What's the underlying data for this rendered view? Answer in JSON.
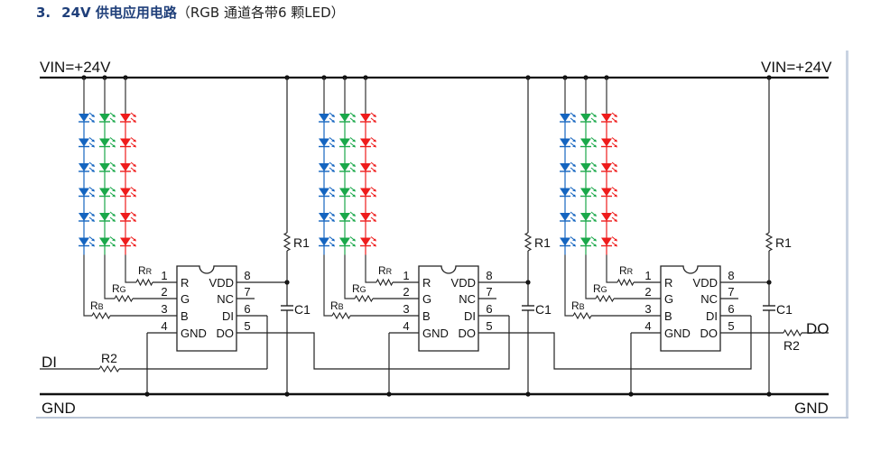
{
  "heading": {
    "number": "3.",
    "title_bold": "24V 供电应用电路",
    "title_note": "（RGB 通道各带6 颗LED）"
  },
  "schematic": {
    "rails": {
      "vin_left_label": "VIN=+24V",
      "vin_right_label": "VIN=+24V",
      "gnd_left_label": "GND",
      "gnd_right_label": "GND"
    },
    "input_label": "DI",
    "output_label": "DO",
    "leds_per_channel": 6,
    "led_colors": {
      "blue": "#1565c0",
      "green": "#1aa84a",
      "red": "#ee1c1c"
    },
    "stages": [
      {
        "r1_label": "R1",
        "c1_label": "C1",
        "rr_label": "RR",
        "rg_label": "RG",
        "rb_label": "RB",
        "r2_label": "R2",
        "chip": {
          "left_pins": [
            {
              "num": "1",
              "name": "R"
            },
            {
              "num": "2",
              "name": "G"
            },
            {
              "num": "3",
              "name": "B"
            },
            {
              "num": "4",
              "name": "GND"
            }
          ],
          "right_pins": [
            {
              "num": "8",
              "name": "VDD"
            },
            {
              "num": "7",
              "name": "NC"
            },
            {
              "num": "6",
              "name": "DI"
            },
            {
              "num": "5",
              "name": "DO"
            }
          ]
        }
      },
      {
        "r1_label": "R1",
        "c1_label": "C1",
        "rr_label": "RR",
        "rg_label": "RG",
        "rb_label": "RB",
        "chip": {
          "left_pins": [
            {
              "num": "1",
              "name": "R"
            },
            {
              "num": "2",
              "name": "G"
            },
            {
              "num": "3",
              "name": "B"
            },
            {
              "num": "4",
              "name": "GND"
            }
          ],
          "right_pins": [
            {
              "num": "8",
              "name": "VDD"
            },
            {
              "num": "7",
              "name": "NC"
            },
            {
              "num": "6",
              "name": "DI"
            },
            {
              "num": "5",
              "name": "DO"
            }
          ]
        }
      },
      {
        "r1_label": "R1",
        "c1_label": "C1",
        "rr_label": "RR",
        "rg_label": "RG",
        "rb_label": "RB",
        "r2_label": "R2",
        "chip": {
          "left_pins": [
            {
              "num": "1",
              "name": "R"
            },
            {
              "num": "2",
              "name": "G"
            },
            {
              "num": "3",
              "name": "B"
            },
            {
              "num": "4",
              "name": "GND"
            }
          ],
          "right_pins": [
            {
              "num": "8",
              "name": "VDD"
            },
            {
              "num": "7",
              "name": "NC"
            },
            {
              "num": "6",
              "name": "DI"
            },
            {
              "num": "5",
              "name": "DO"
            }
          ]
        }
      }
    ]
  }
}
